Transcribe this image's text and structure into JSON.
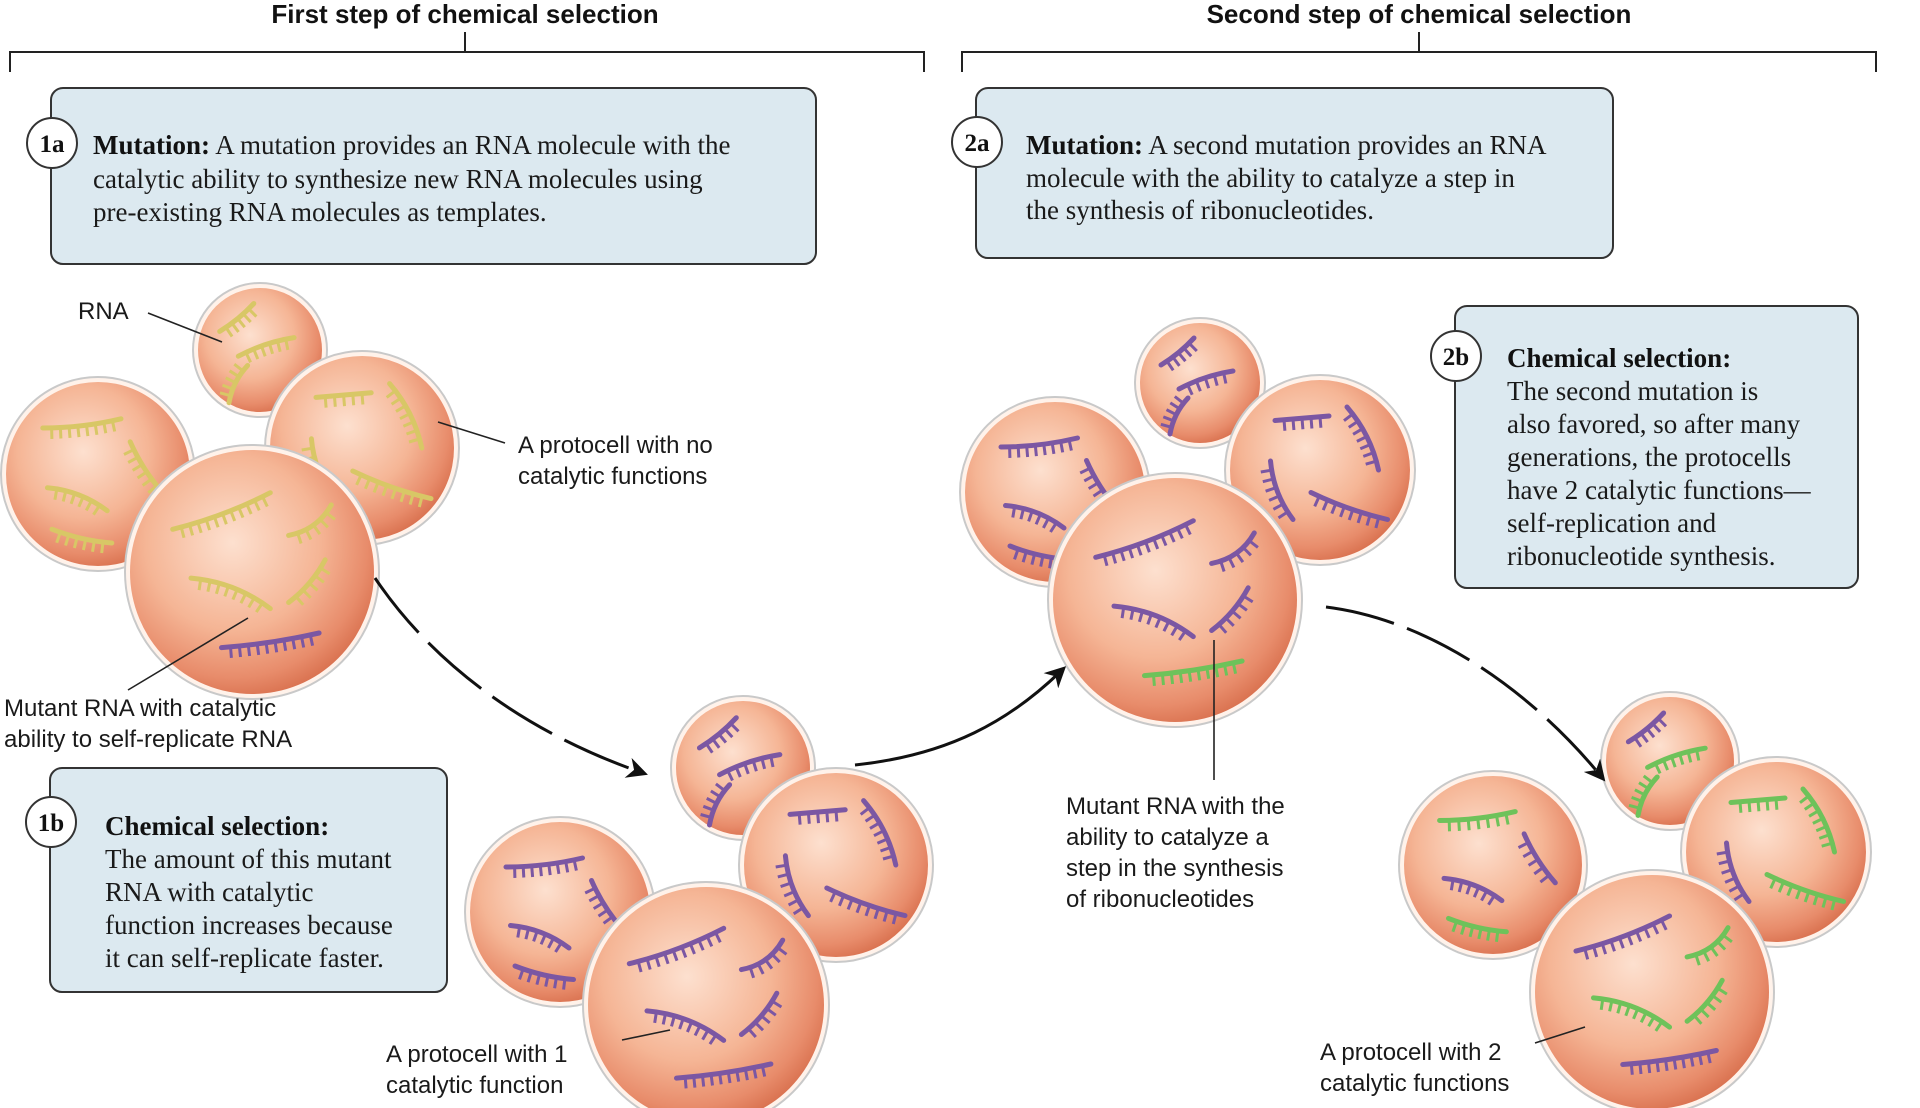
{
  "headers": {
    "step1": "First step of chemical selection",
    "step2": "Second step of chemical selection"
  },
  "boxes": {
    "b1a": {
      "badge": "1a",
      "title": "Mutation:",
      "first_line_rest": " A mutation provides an RNA molecule with the",
      "lines": [
        "catalytic ability to synthesize new RNA molecules using",
        "pre-existing RNA molecules as templates."
      ]
    },
    "b2a": {
      "badge": "2a",
      "title": "Mutation:",
      "first_line_rest": " A second mutation provides an RNA",
      "lines": [
        "molecule with the ability to catalyze a step in",
        "the synthesis of ribonucleotides."
      ]
    },
    "b1b": {
      "badge": "1b",
      "title": "Chemical selection:",
      "lines": [
        "The amount of this mutant",
        "RNA with catalytic",
        "function increases because",
        "it can self-replicate faster."
      ]
    },
    "b2b": {
      "badge": "2b",
      "title": "Chemical selection:",
      "lines": [
        "The second mutation is",
        "also favored, so after many",
        "generations, the protocells",
        "have 2 catalytic functions—",
        "self-replication and",
        "ribonucleotide synthesis."
      ]
    }
  },
  "labels": {
    "rna": "RNA",
    "protocell_none": [
      "A protocell with no",
      "catalytic functions"
    ],
    "mutant_self": [
      "Mutant RNA with catalytic",
      "ability to self-replicate RNA"
    ],
    "protocell_one": [
      "A protocell with 1",
      "catalytic function"
    ],
    "mutant_ribo": [
      "Mutant RNA with the",
      "ability to catalyze a",
      "step in the synthesis",
      "of ribonucleotides"
    ],
    "protocell_two": [
      "A protocell with 2",
      "catalytic functions"
    ]
  },
  "colors": {
    "box_fill": "#dce9f0",
    "cell_light": "#fde0cf",
    "cell_mid": "#f2a68a",
    "cell_dark": "#d9714f",
    "rna_plain": "#d8c766",
    "rna_self_replicating": "#7b57a3",
    "rna_ribonucleotide": "#6ec25a"
  }
}
